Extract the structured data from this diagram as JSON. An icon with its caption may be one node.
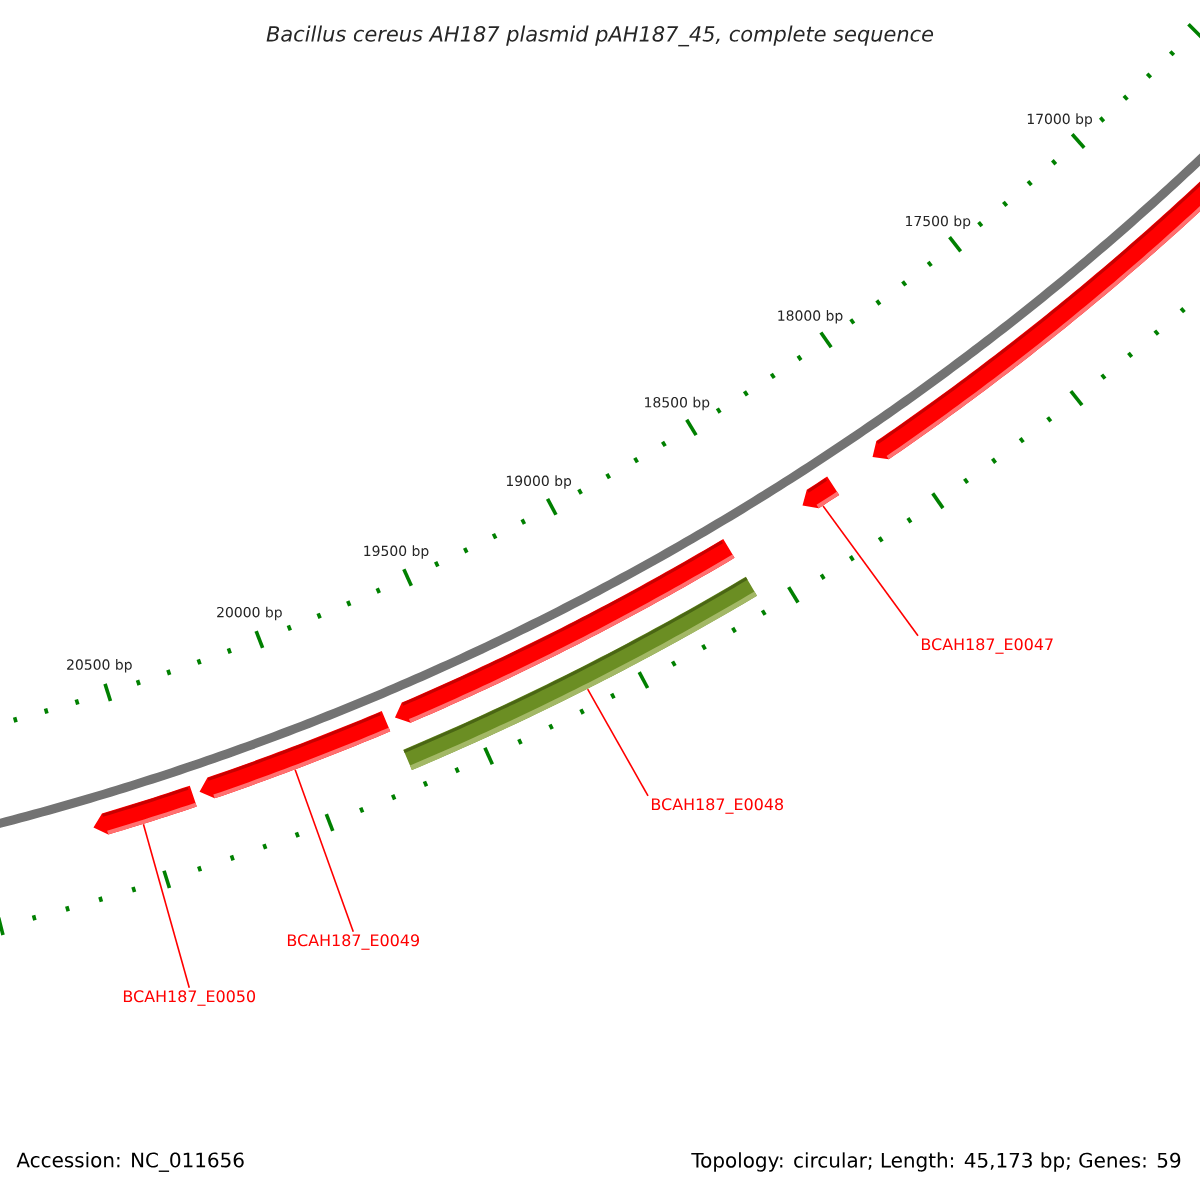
{
  "diagram": {
    "title": "Bacillus cereus AH187 plasmid pAH187_45, complete sequence",
    "nodes": [
      {
        "text": [],
        "shape": "block"
      },
      {
        "text": [],
        "shape": "block"
      },
      {
        "text": [],
        "shape": "block"
      },
      {
        "text": [],
        "shape": "bar"
      },
      {
        "text": [],
        "shape": "block"
      },
      {
        "text": [],
        "shape": "block"
      },
      {
        "text": [
          "BCAH187_E0047"
        ]
      },
      {
        "text": [
          "BCAH187_E0048"
        ]
      },
      {
        "text": [
          "BCAH187_E0049"
        ]
      },
      {
        "text": [
          "BCAH187_E0050"
        ]
      }
    ],
    "edges": [
      {
        "from": 6,
        "to": 1,
        "arrow": "none"
      },
      {
        "from": 7,
        "to": 3,
        "arrow": "none"
      },
      {
        "from": 8,
        "to": 4,
        "arrow": "none"
      },
      {
        "from": 9,
        "to": 5,
        "arrow": "none"
      }
    ],
    "labels": [
      "17000 bp",
      "17500 bp",
      "18000 bp",
      "18500 bp",
      "19000 bp",
      "19500 bp",
      "20000 bp",
      "20500 bp",
      "Accession: NC_011656",
      "Topology: circular; Length: 45,173 bp; Genes: 59"
    ]
  }
}
